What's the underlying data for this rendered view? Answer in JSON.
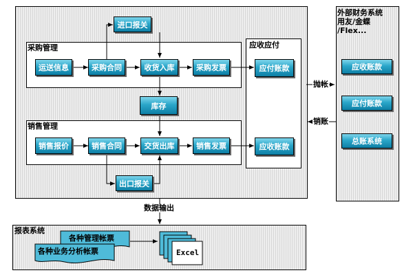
{
  "import_customs": "进口报关",
  "purchase_group": {
    "title": "采购管理",
    "shipping_info": "运送信息",
    "purchase_contract": "采购合同",
    "goods_receipt": "收货入库",
    "purchase_invoice": "采购发票"
  },
  "inventory": "库存",
  "sales_group": {
    "title": "销售管理",
    "sales_quote": "销售报价",
    "sales_contract": "销售合同",
    "goods_delivery": "交货出库",
    "sales_invoice": "销售发票"
  },
  "export_customs": "出口报关",
  "ar_ap_group": {
    "title": "应收应付",
    "accounts_payable": "应付账款",
    "accounts_receivable": "应收账款"
  },
  "external": {
    "title_line1": "外部财务系统",
    "title_line2": "用友/金蝶",
    "title_line3": "/Flex...",
    "accounts_receivable": "应收账款",
    "accounts_payable": "应付账款",
    "general_ledger": "总账系统"
  },
  "throw_label": "抛帐",
  "write_off_label": "销账",
  "data_output": "数据输出",
  "report_system": {
    "title": "报表系统",
    "management_reports": "各种管理帐票",
    "business_reports": "各种业务分析帐票",
    "excel": "Excel"
  }
}
